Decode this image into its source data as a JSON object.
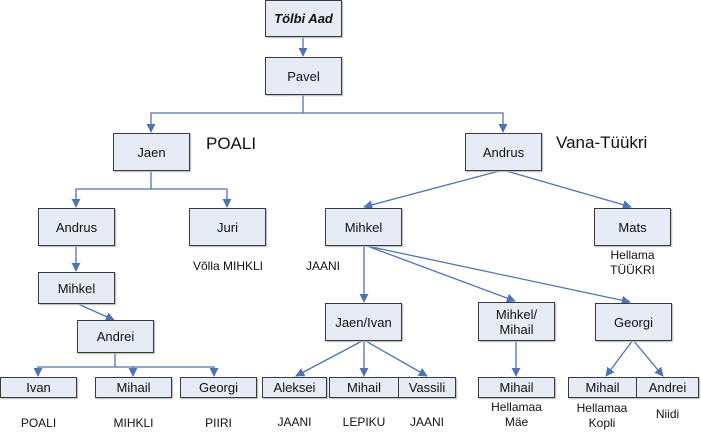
{
  "diagram": {
    "type": "family-tree",
    "line_color": "#4f74b3",
    "box_fill": "#e6ebf5",
    "nodes": {
      "root": "Tölbi Aad",
      "pavel": "Pavel",
      "jaen": "Jaen",
      "andrus_r": "Andrus",
      "andrus_l": "Andrus",
      "juri": "Juri",
      "mihkel_l": "Mihkel",
      "andrei_l": "Andrei",
      "ivan_l": "Ivan",
      "mihail_l": "Mihail",
      "georgi_l": "Georgi",
      "mihkel_m": "Mihkel",
      "mats": "Mats",
      "jaenivan": "Jaen/Ivan",
      "mihkelmihail": "Mihkel/ Mihail",
      "georgi_r": "Georgi",
      "aleksei": "Aleksei",
      "mihail_m": "Mihail",
      "vassili": "Vassili",
      "mihail_r": "Mihail",
      "mihail_rr": "Mihail",
      "andrei_r": "Andrei"
    },
    "labels": {
      "poali_branch": "POALI",
      "vana_tuukri": "Vana-Tüükri",
      "volla_mihkli": "Võlla MIHKLI",
      "jaani_mid": "JAANI",
      "hellama_tuukri_1": "Hellama",
      "hellama_tuukri_2": "TÜÜKRI",
      "poali_ivan": "POALI",
      "mihkli": "MIHKLI",
      "piiri": "PIIRI",
      "jaani_aleksei": "JAANI",
      "lepiku": "LEPIKU",
      "jaani_vassili": "JAANI",
      "hellamaa_mae_1": "Hellamaa",
      "hellamaa_mae_2": "Mäe",
      "hellamaa_kopli_1": "Hellamaa",
      "hellamaa_kopli_2": "Kopli",
      "niidi": "Niidi"
    },
    "edges": [
      [
        "root",
        "pavel"
      ],
      [
        "pavel",
        "jaen"
      ],
      [
        "pavel",
        "andrus_r"
      ],
      [
        "jaen",
        "andrus_l"
      ],
      [
        "jaen",
        "juri"
      ],
      [
        "andrus_l",
        "mihkel_l"
      ],
      [
        "mihkel_l",
        "andrei_l"
      ],
      [
        "andrei_l",
        "ivan_l"
      ],
      [
        "andrei_l",
        "mihail_l"
      ],
      [
        "andrei_l",
        "georgi_l"
      ],
      [
        "andrus_r",
        "mihkel_m"
      ],
      [
        "andrus_r",
        "mats"
      ],
      [
        "mihkel_m",
        "jaenivan"
      ],
      [
        "mihkel_m",
        "mihkelmihail"
      ],
      [
        "mihkel_m",
        "georgi_r"
      ],
      [
        "jaenivan",
        "aleksei"
      ],
      [
        "jaenivan",
        "mihail_m"
      ],
      [
        "jaenivan",
        "vassili"
      ],
      [
        "mihkelmihail",
        "mihail_r"
      ],
      [
        "georgi_r",
        "mihail_rr"
      ],
      [
        "georgi_r",
        "andrei_r"
      ]
    ]
  }
}
